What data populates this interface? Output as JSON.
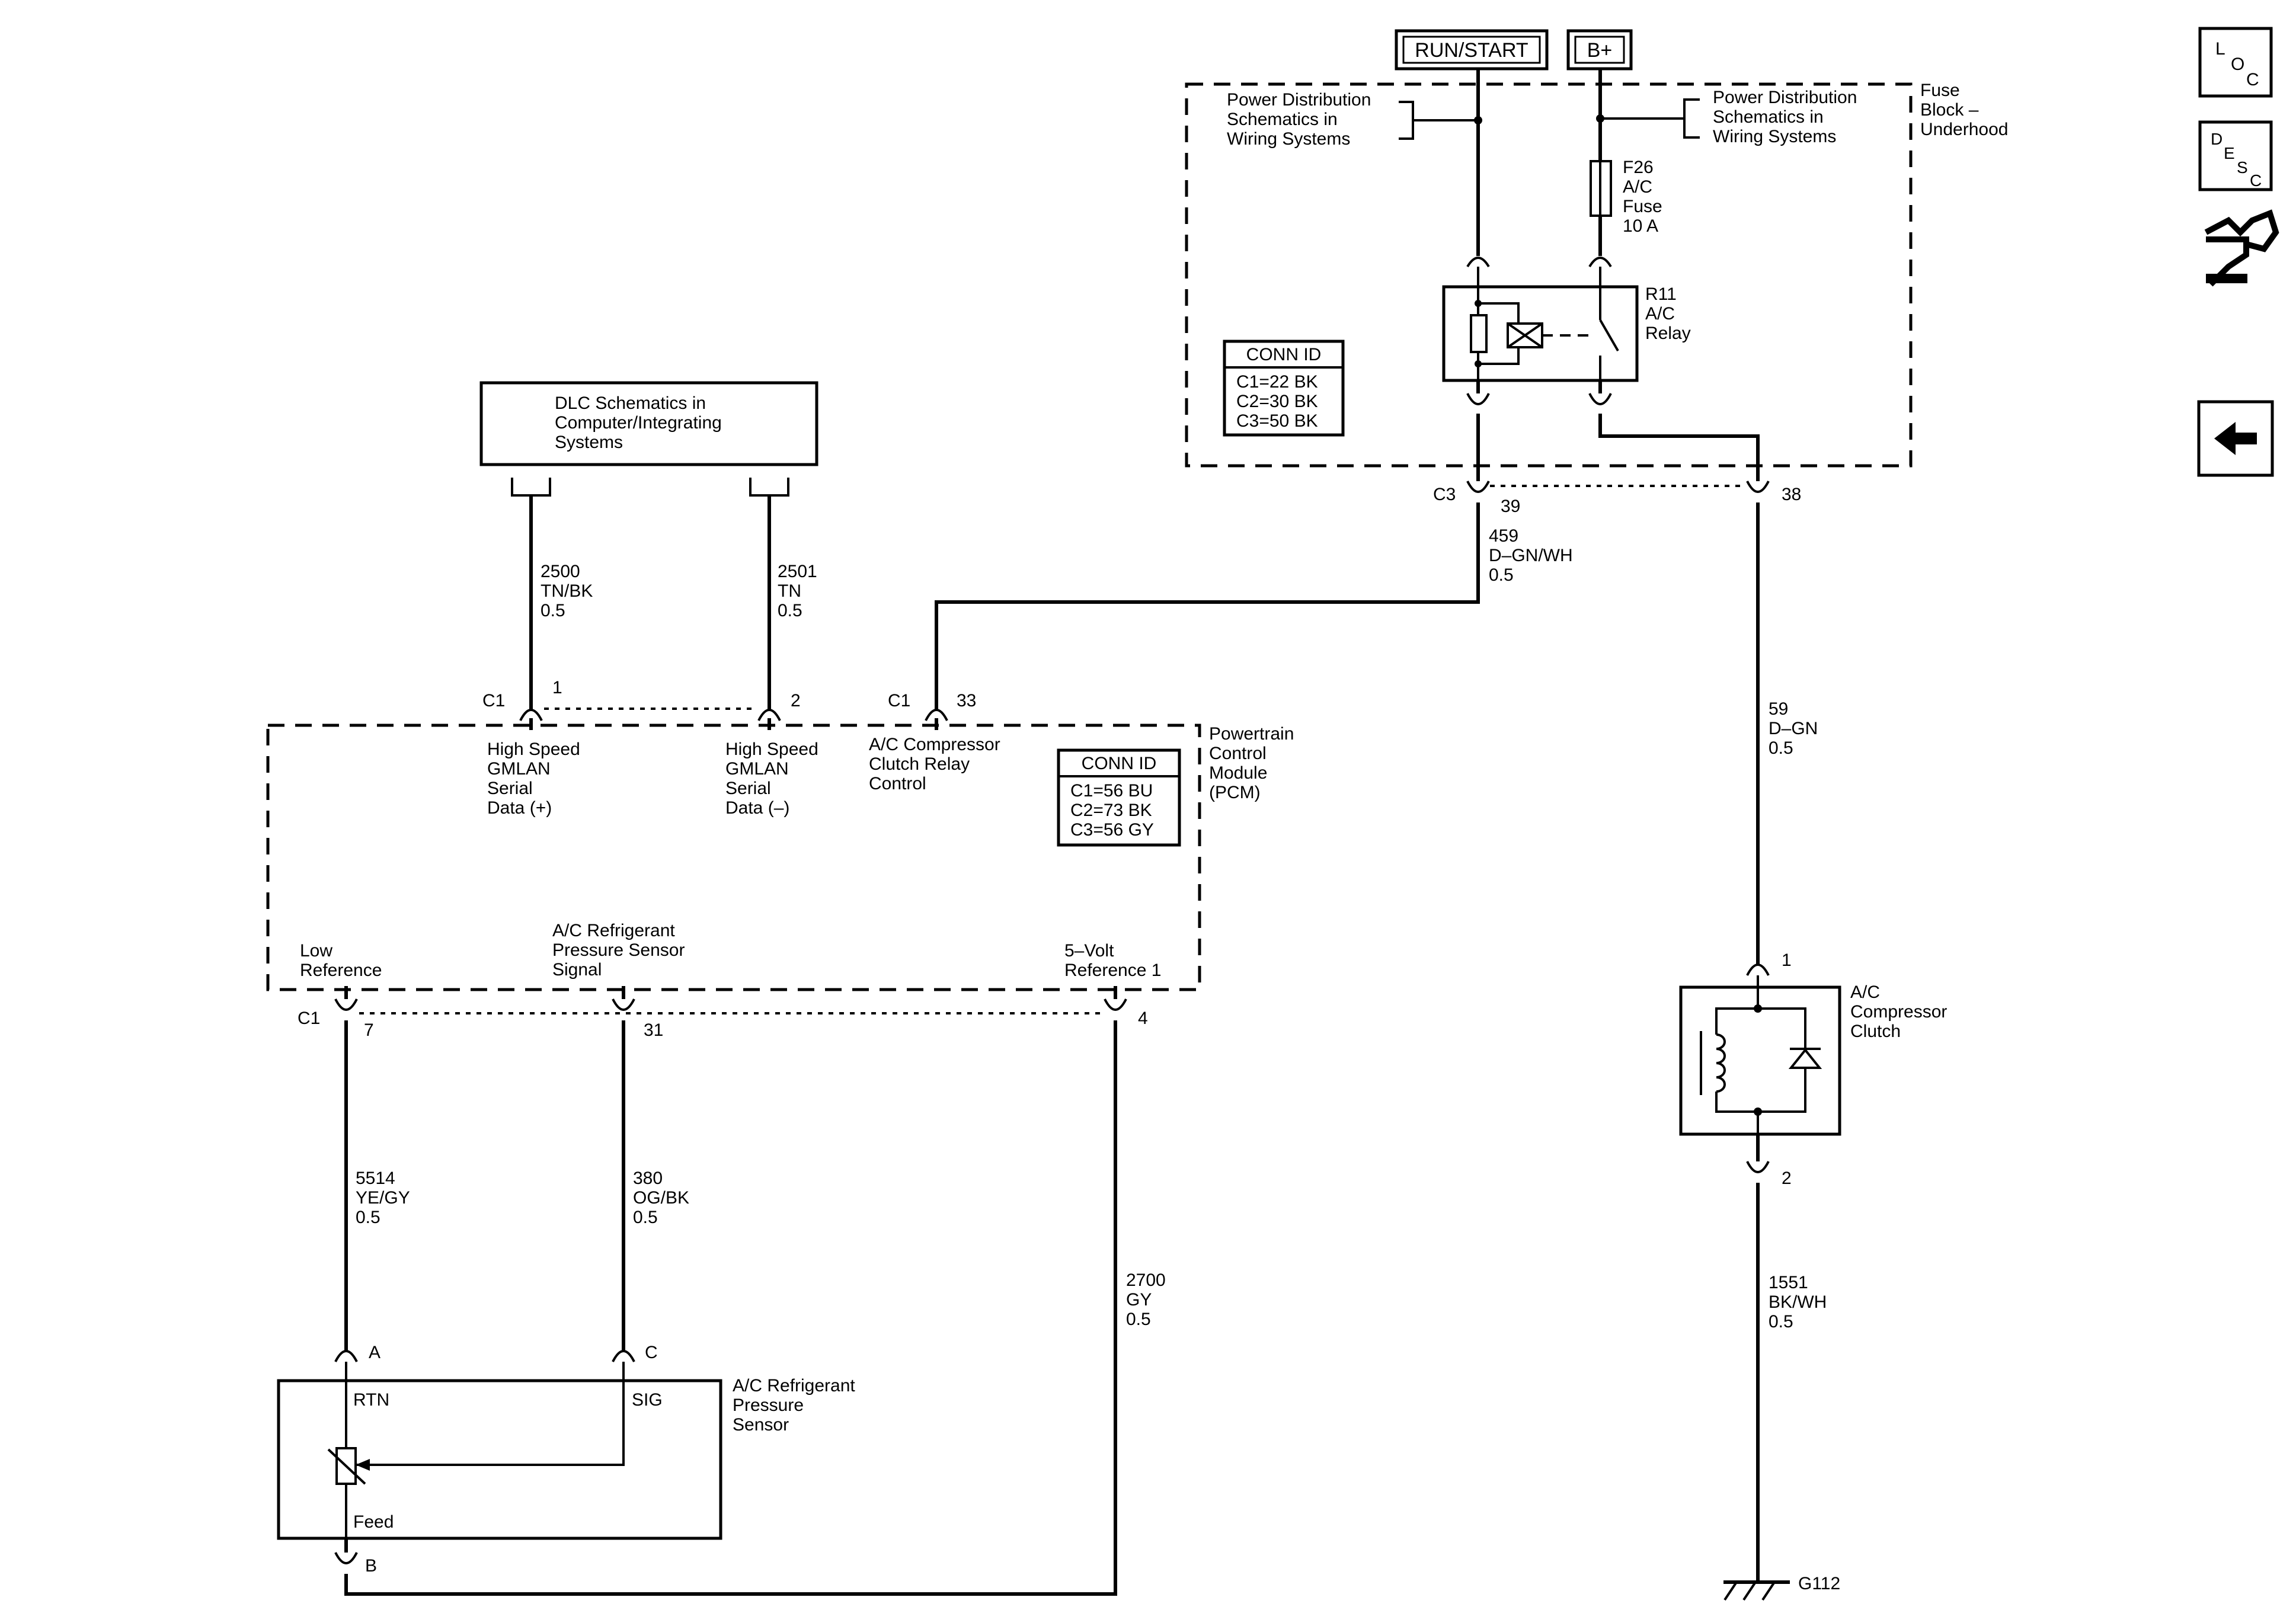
{
  "power": {
    "run_start": "RUN/START",
    "b_plus": "B+"
  },
  "fuse_block": {
    "title": [
      "Fuse",
      "Block –",
      "Underhood"
    ],
    "pd_left": [
      "Power Distribution",
      "Schematics in",
      "Wiring Systems"
    ],
    "pd_right": [
      "Power Distribution",
      "Schematics in",
      "Wiring Systems"
    ],
    "fuse": [
      "F26",
      "A/C",
      "Fuse",
      "10 A"
    ],
    "relay": [
      "R11",
      "A/C",
      "Relay"
    ],
    "conn_title": "CONN ID",
    "conn": [
      "C1=22 BK",
      "C2=30 BK",
      "C3=50 BK"
    ],
    "c3": "C3",
    "pin39": "39",
    "pin38": "38"
  },
  "dlc": {
    "title": [
      "DLC Schematics in",
      "Computer/Integrating",
      "Systems"
    ]
  },
  "wires": {
    "w2500": [
      "2500",
      "TN/BK",
      "0.5"
    ],
    "w2501": [
      "2501",
      "TN",
      "0.5"
    ],
    "w459": [
      "459",
      "D–GN/WH",
      "0.5"
    ],
    "w59": [
      "59",
      "D–GN",
      "0.5"
    ],
    "w5514": [
      "5514",
      "YE/GY",
      "0.5"
    ],
    "w380": [
      "380",
      "OG/BK",
      "0.5"
    ],
    "w2700": [
      "2700",
      "GY",
      "0.5"
    ],
    "w1551": [
      "1551",
      "BK/WH",
      "0.5"
    ]
  },
  "pcm": {
    "title": [
      "Powertrain",
      "Control",
      "Module",
      "(PCM)"
    ],
    "conn_title": "CONN ID",
    "conn": [
      "C1=56 BU",
      "C2=73 BK",
      "C3=56 GY"
    ],
    "c1_top_a": "C1",
    "pin1": "1",
    "pin2": "2",
    "c1_top_b": "C1",
    "pin33": "33",
    "hs_plus": [
      "High Speed",
      "GMLAN",
      "Serial",
      "Data (+)"
    ],
    "hs_minus": [
      "High Speed",
      "GMLAN",
      "Serial",
      "Data (–)"
    ],
    "clutch_relay": [
      "A/C Compressor",
      "Clutch Relay",
      "Control"
    ],
    "low_ref": [
      "Low",
      "Reference"
    ],
    "sensor_sig": [
      "A/C Refrigerant",
      "Pressure Sensor",
      "Signal"
    ],
    "five_volt": [
      "5–Volt",
      "Reference 1"
    ],
    "c1_bottom": "C1",
    "pin7": "7",
    "pin31": "31",
    "pin4": "4"
  },
  "sensor": {
    "title": [
      "A/C Refrigerant",
      "Pressure",
      "Sensor"
    ],
    "rtn": "RTN",
    "sig": "SIG",
    "feed": "Feed",
    "pinA": "A",
    "pinC": "C",
    "pinB": "B"
  },
  "clutch": {
    "title": [
      "A/C",
      "Compressor",
      "Clutch"
    ],
    "pin1": "1",
    "pin2": "2"
  },
  "ground": {
    "label": "G112"
  },
  "side_icons": {
    "loc": [
      "L",
      "O",
      "C"
    ],
    "desc": [
      "D",
      "E",
      "S",
      "C"
    ],
    "icons": [
      "loc-icon",
      "desc-icon",
      "connector-icon",
      "back-arrow-icon"
    ]
  }
}
